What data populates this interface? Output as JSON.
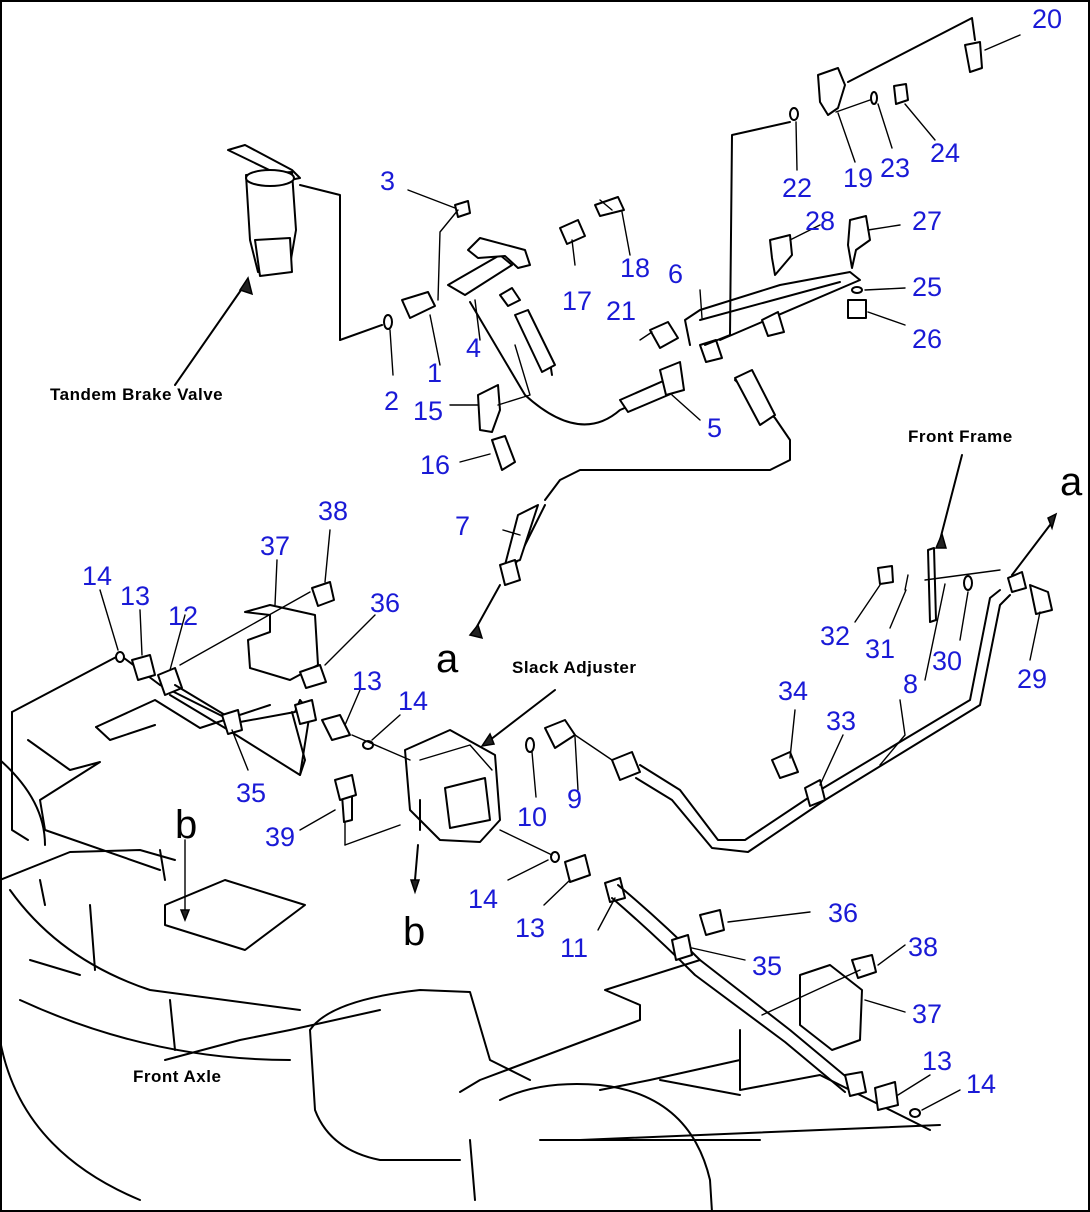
{
  "labels": {
    "tandem_brake_valve": "Tandem Brake Valve",
    "front_frame": "Front Frame",
    "slack_adjuster": "Slack Adjuster",
    "front_axle": "Front Axle"
  },
  "refs": {
    "a": "a",
    "b": "b"
  },
  "part_numbers": {
    "p1": "1",
    "p2": "2",
    "p3": "3",
    "p4": "4",
    "p5": "5",
    "p6": "6",
    "p7": "7",
    "p8": "8",
    "p9": "9",
    "p10": "10",
    "p11": "11",
    "p12": "12",
    "p13": "13",
    "p14": "14",
    "p15": "15",
    "p16": "16",
    "p17": "17",
    "p18": "18",
    "p19": "19",
    "p20": "20",
    "p21": "21",
    "p22": "22",
    "p23": "23",
    "p24": "24",
    "p25": "25",
    "p26": "26",
    "p27": "27",
    "p28": "28",
    "p29": "29",
    "p30": "30",
    "p31": "31",
    "p32": "32",
    "p33": "33",
    "p34": "34",
    "p35": "35",
    "p36": "36",
    "p37": "37",
    "p38": "38",
    "p39": "39"
  },
  "colors": {
    "callout": "#1a1ad6",
    "line": "#000000",
    "background": "#ffffff"
  }
}
